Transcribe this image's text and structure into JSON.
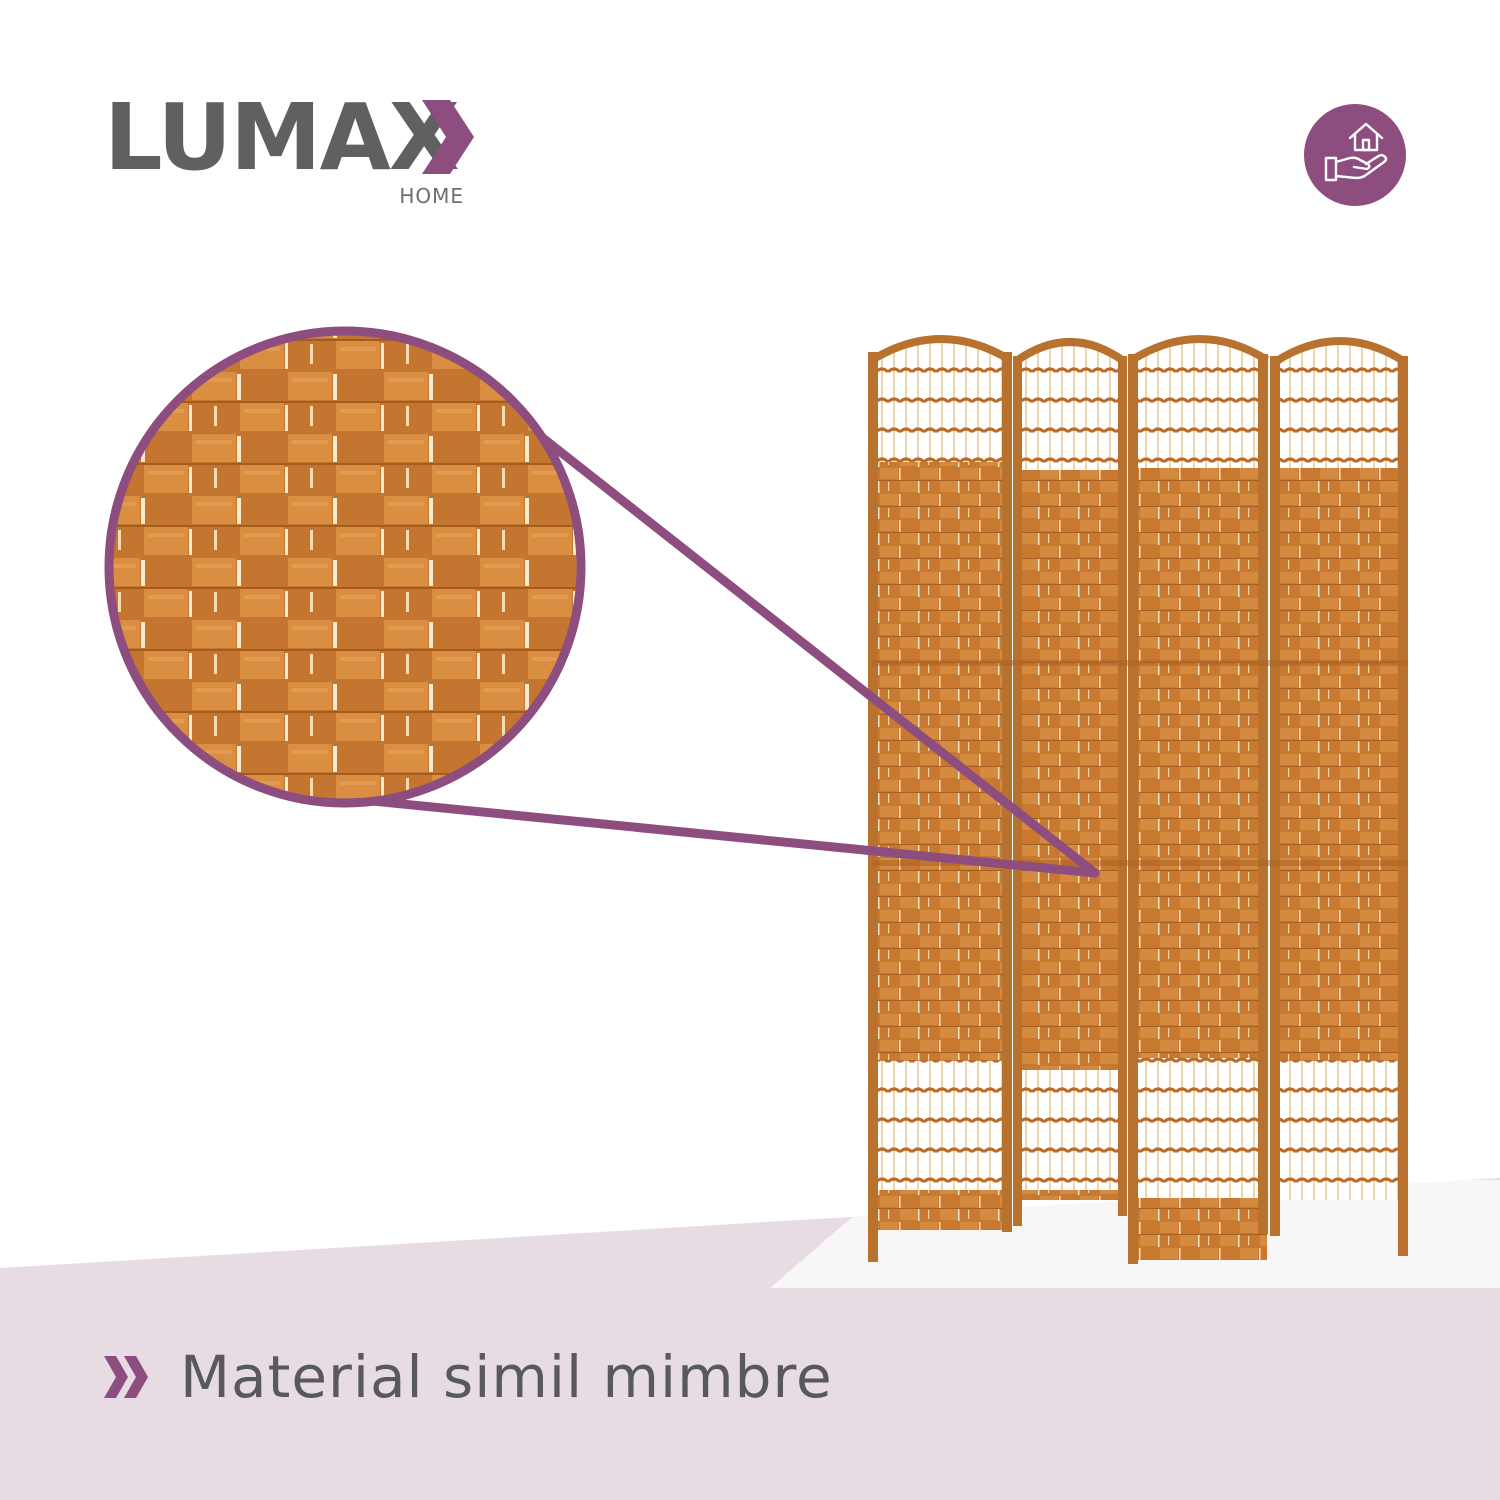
{
  "brand": {
    "name": "LUMAX",
    "sub": "HOME"
  },
  "badge": {
    "icon": "hand-house-icon"
  },
  "caption": {
    "text": "Material simil mimbre",
    "icon": "double-chevron-right-icon"
  },
  "colors": {
    "accent": "#8e4d7f",
    "brand_gray": "#5f6062",
    "floor": "#e7dbe4",
    "wicker": "#c8792f"
  }
}
